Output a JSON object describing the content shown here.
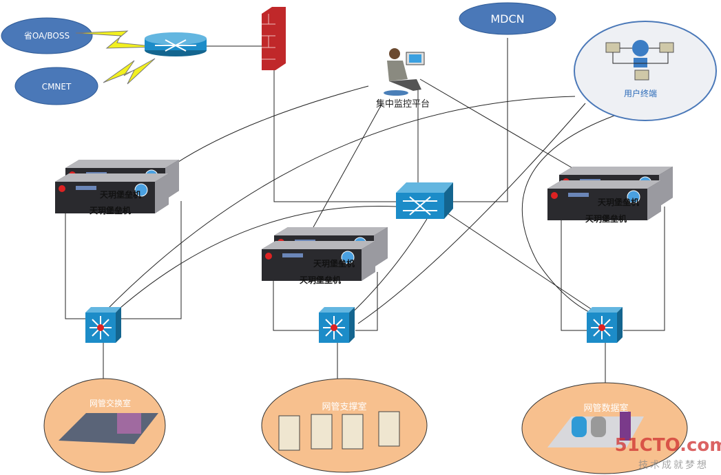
{
  "clouds": {
    "oa_boss": "省OA/BOSS",
    "cmnet": "CMNET",
    "mdcn": "MDCN",
    "user_terminal": "用户终端"
  },
  "monitor_platform": "集中监控平台",
  "bastion_label": "天玥堡垒机",
  "rooms": {
    "switching": "网管交换室",
    "support": "网管支撑室",
    "data": "网管数据室"
  },
  "watermark": {
    "brand": "51CTO.com",
    "slogan": "技术成就梦想"
  },
  "colors": {
    "cloud": "#4a78b8",
    "switch": "#1f8fc4",
    "room": "#f7c08e",
    "firewall": "#c0282a",
    "lightning": "#f2f020"
  }
}
